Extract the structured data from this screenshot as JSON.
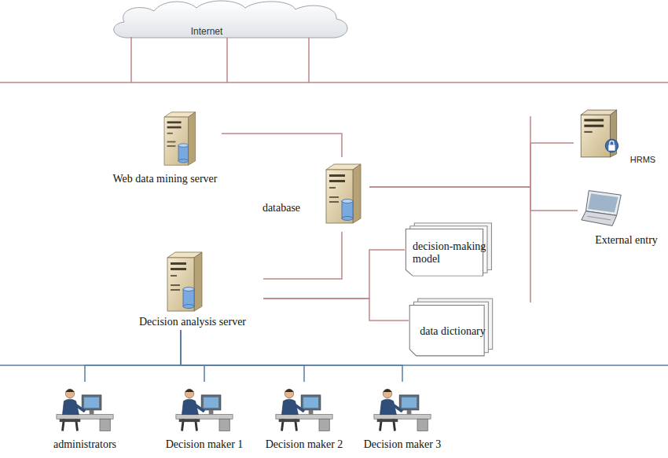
{
  "diagram": {
    "nodes": [
      {
        "text": [
          "Internet"
        ]
      },
      {
        "text": [
          "Web data mining server"
        ]
      },
      {
        "text": [
          "database"
        ]
      },
      {
        "text": [
          "HRMS"
        ]
      },
      {
        "text": [
          "External entry"
        ]
      },
      {
        "text": [
          "decision-making model"
        ]
      },
      {
        "text": [
          "Decision analysis server"
        ]
      },
      {
        "text": [
          "data dictionary"
        ]
      },
      {
        "text": [
          "administrators"
        ]
      },
      {
        "text": [
          "Decision maker 1"
        ]
      },
      {
        "text": [
          "Decision maker 2"
        ]
      },
      {
        "text": [
          "Decision maker 3"
        ]
      }
    ],
    "edges": [
      {
        "from": 1,
        "to": 2,
        "arrow": "none"
      },
      {
        "from": 2,
        "to": 3,
        "arrow": "none"
      },
      {
        "from": 2,
        "to": 4,
        "arrow": "none"
      },
      {
        "from": 2,
        "to": 6,
        "arrow": "none"
      },
      {
        "from": 6,
        "to": 5,
        "arrow": "none"
      },
      {
        "from": 6,
        "to": 7,
        "arrow": "none"
      },
      {
        "from": 6,
        "to": 8,
        "arrow": "none"
      },
      {
        "from": 6,
        "to": 9,
        "arrow": "none"
      },
      {
        "from": 6,
        "to": 10,
        "arrow": "none"
      },
      {
        "from": 6,
        "to": 11,
        "arrow": "none"
      }
    ]
  }
}
